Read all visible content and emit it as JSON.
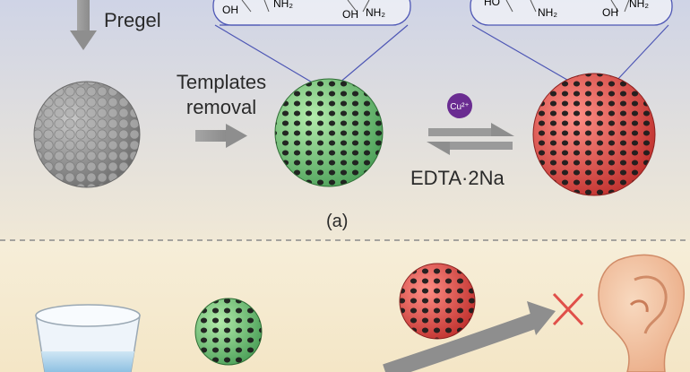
{
  "labels": {
    "pregel": "Pregel",
    "templates_line1": "Templates",
    "templates_line2": "removal",
    "edta": "EDTA·2Na",
    "cu_ion": "Cu²⁺",
    "panel_a": "(a)"
  },
  "chem_groups": {
    "left_bubble": [
      "OH",
      "NH₂",
      "OH",
      "NH₂"
    ],
    "right_bubble": [
      "HO",
      "NH₂",
      "OH",
      "NH₂"
    ]
  },
  "icons": [
    "down-arrow-icon",
    "right-arrow-icon",
    "equilibrium-arrows-icon",
    "cross-icon",
    "ear-icon",
    "water-glass-icon",
    "curved-arrow-icon"
  ],
  "colors": {
    "gray_sphere": "#9a9a9a",
    "green_sphere": "#7ec97a",
    "red_sphere": "#e2504b",
    "cu_badge": "#6a2c91",
    "cross": "#e0504a",
    "ear": "#f2c7a5",
    "dashed_line": "#8a8a8a"
  }
}
